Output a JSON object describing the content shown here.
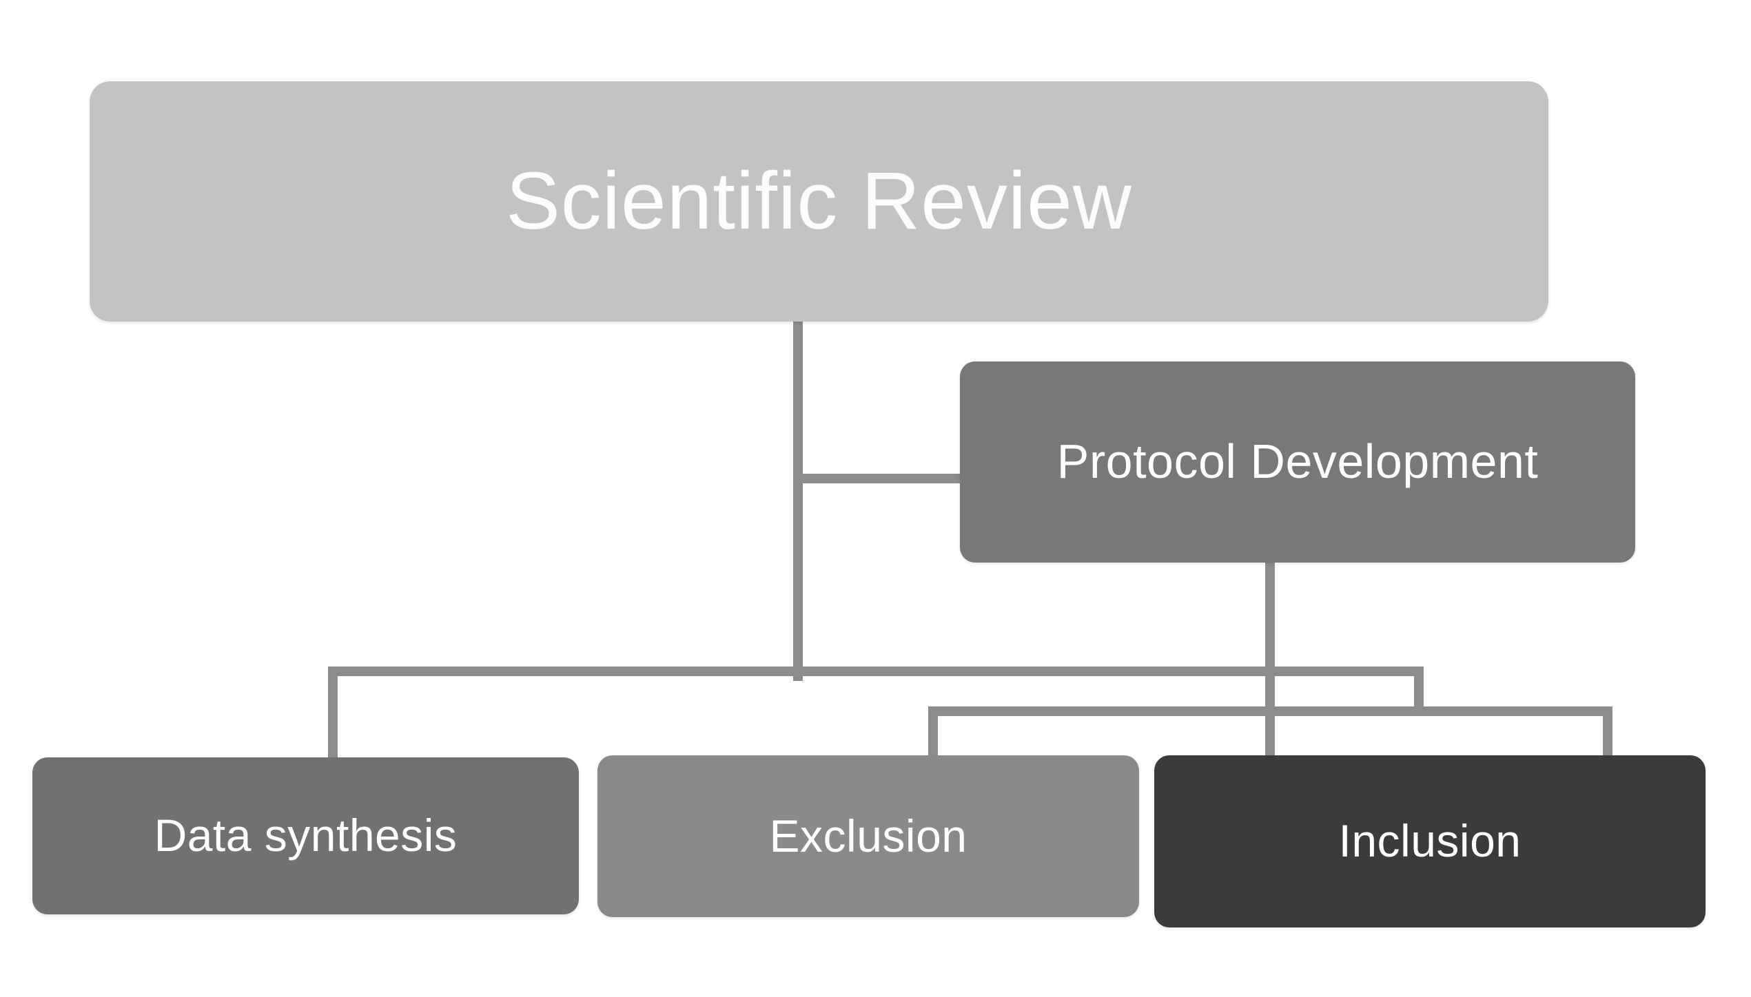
{
  "diagram": {
    "type": "flowchart",
    "title": "Scientific Review",
    "background_color": "#ffffff",
    "connector_color": "#8c8c8c",
    "nodes": [
      {
        "id": "scientific-review",
        "label": "Scientific Review",
        "level": 0,
        "fill": "#c3c3c3",
        "text_color": "#fcfcfc"
      },
      {
        "id": "protocol-development",
        "label": "Protocol Development",
        "level": 1,
        "fill": "#787878",
        "text_color": "#ffffff"
      },
      {
        "id": "data-synthesis",
        "label": "Data synthesis",
        "level": 2,
        "fill": "#717171",
        "text_color": "#ffffff"
      },
      {
        "id": "exclusion",
        "label": "Exclusion",
        "level": 2,
        "fill": "#8a8a8a",
        "text_color": "#ffffff"
      },
      {
        "id": "inclusion",
        "label": "Inclusion",
        "level": 2,
        "fill": "#3b3b3b",
        "text_color": "#ffffff"
      }
    ],
    "edges": [
      {
        "from": "scientific-review",
        "to": "protocol-development"
      },
      {
        "from": "scientific-review",
        "to": "data-synthesis"
      },
      {
        "from": "protocol-development",
        "to": "exclusion"
      },
      {
        "from": "protocol-development",
        "to": "inclusion"
      }
    ]
  }
}
